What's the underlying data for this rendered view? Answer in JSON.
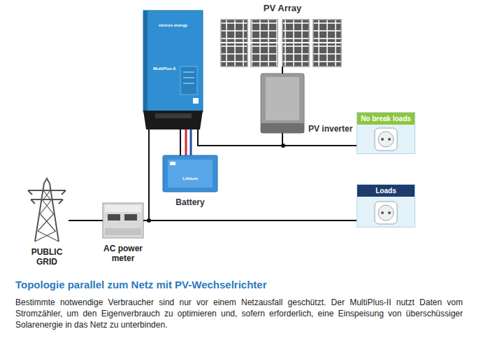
{
  "diagram": {
    "title": "Topologie parallel zum Netz mit PV-Wechselrichter",
    "caption": "Bestimmte notwendige Verbraucher sind nur vor einem Netzausfall geschützt. Der MultiPlus-II nutzt Daten vom Stromzähler, um den Eigenverbrauch zu optimieren und, sofern erforderlich, eine Einspeisung von überschüssiger Solarenergie in das Netz zu unterbinden.",
    "nodes": [
      {
        "text": [
          "victron energy",
          "MultiPlus-II"
        ]
      },
      {
        "text": [
          "PV Array"
        ]
      },
      {
        "text": [
          "PV inverter"
        ]
      },
      {
        "text": [
          "No break loads"
        ]
      },
      {
        "text": [
          "Lithium",
          "Battery"
        ]
      },
      {
        "text": [
          "Loads"
        ]
      },
      {
        "text": [
          "PUBLIC GRID"
        ]
      },
      {
        "text": [
          "AC power meter"
        ]
      }
    ],
    "edges": [
      {
        "from": 1,
        "to": 2,
        "arrow": "none"
      },
      {
        "from": 0,
        "to": 3,
        "arrow": "none"
      },
      {
        "from": 2,
        "to": 3,
        "arrow": "none"
      },
      {
        "from": 0,
        "to": 4,
        "arrow": "none"
      },
      {
        "from": 6,
        "to": 7,
        "arrow": "none"
      },
      {
        "from": 7,
        "to": 0,
        "arrow": "none"
      },
      {
        "from": 7,
        "to": 5,
        "arrow": "none"
      }
    ]
  }
}
